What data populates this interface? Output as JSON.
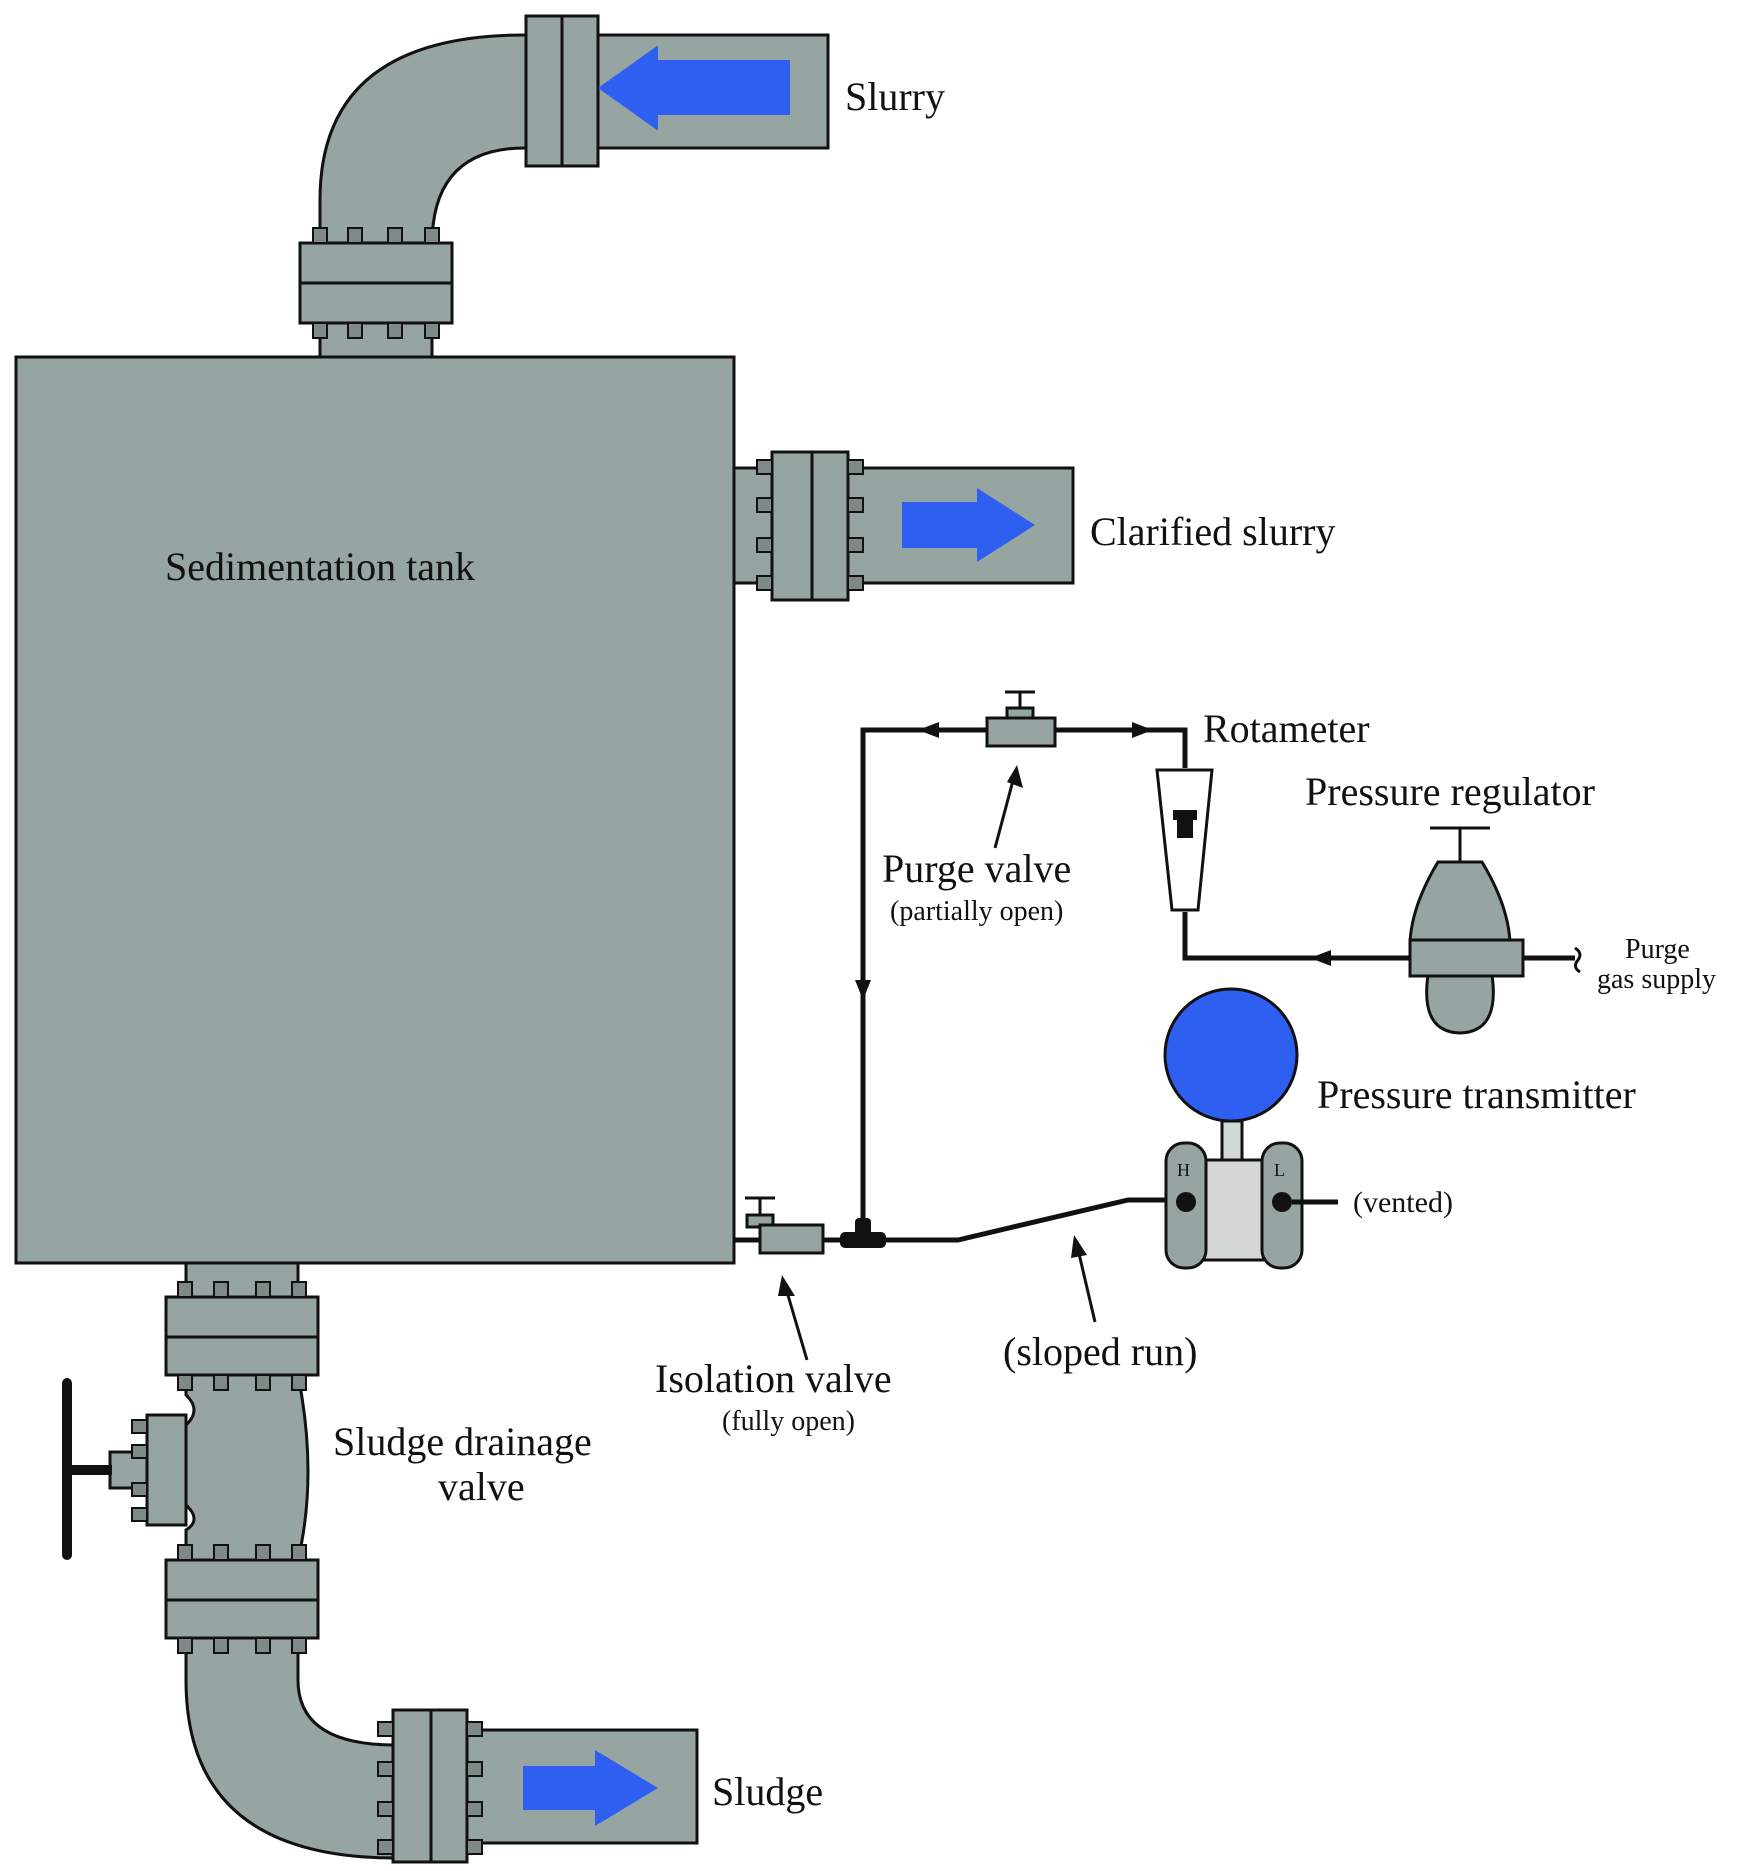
{
  "colors": {
    "pipe": "#96a4a2",
    "arrow": "#2e5ff0",
    "transmitter_head": "#2e5ff0",
    "transmitter_body": "#d3d8d7",
    "line": "#111111"
  },
  "labels": {
    "slurry": "Slurry",
    "clarified_slurry": "Clarified slurry",
    "sedimentation_tank": "Sedimentation tank",
    "rotameter": "Rotameter",
    "pressure_regulator": "Pressure regulator",
    "purge_valve": "Purge valve",
    "purge_valve_state": "(partially open)",
    "purge_gas_line1": "Purge",
    "purge_gas_line2": "gas supply",
    "pressure_transmitter": "Pressure transmitter",
    "port_high": "H",
    "port_low": "L",
    "vented": "(vented)",
    "sloped_run": "(sloped run)",
    "isolation_valve": "Isolation valve",
    "isolation_valve_state": "(fully open)",
    "sludge_drainage_valve_line1": "Sludge drainage",
    "sludge_drainage_valve_line2": "valve",
    "sludge": "Sludge"
  },
  "icons": {
    "inlet_flow": "left-arrow-icon",
    "outlet_flow": "right-arrow-icon",
    "sludge_flow": "right-arrow-icon"
  }
}
